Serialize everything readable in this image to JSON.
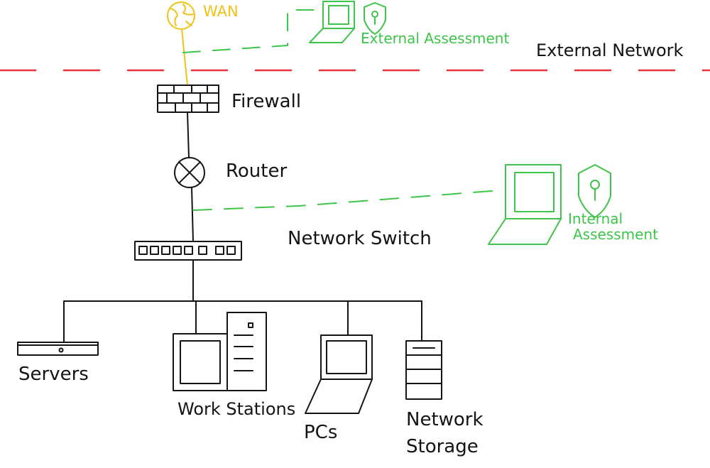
{
  "labels": {
    "wan": "WAN",
    "external_assessment": "External Assessment",
    "external_network": "External Network",
    "firewall": "Firewall",
    "router": "Router",
    "network_switch": "Network Switch",
    "internal_assessment_line1": "Internal",
    "internal_assessment_line2": "Assessment",
    "servers": "Servers",
    "work_stations": "Work Stations",
    "pcs": "PCs",
    "network_storage_line1": "Network",
    "network_storage_line2": "Storage"
  },
  "colors": {
    "ink": "#141414",
    "assessment": "#3ec44a",
    "wan": "#f0c21a",
    "boundary": "#e8323c"
  },
  "icons": {
    "wan": "globe-icon",
    "firewall": "brick-wall-icon",
    "router": "router-icon",
    "switch": "network-switch-icon",
    "servers": "rack-server-icon",
    "work_stations": "monitor-tower-icon",
    "pcs": "laptop-icon",
    "storage": "storage-stack-icon",
    "external_assessment": "laptop-shield-icon",
    "internal_assessment": "laptop-shield-icon"
  }
}
